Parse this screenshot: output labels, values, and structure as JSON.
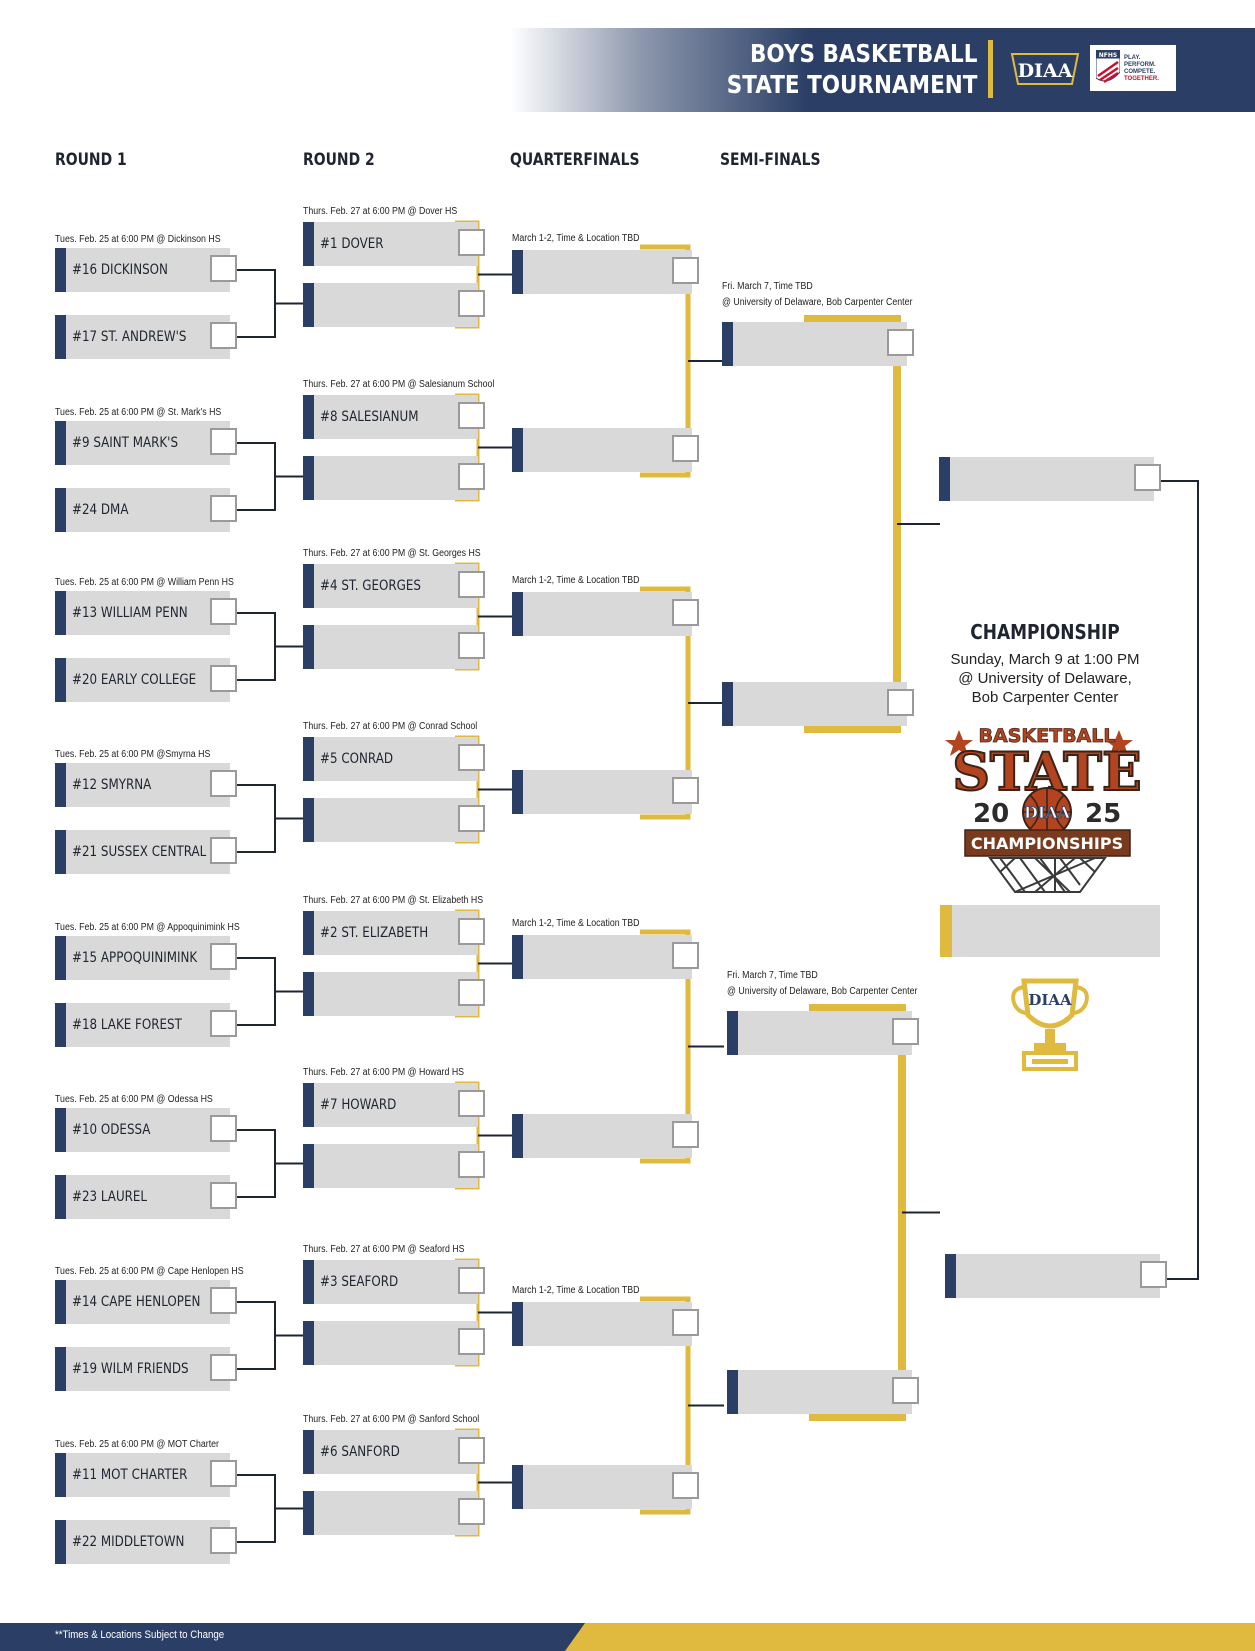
{
  "header": {
    "title_line1": "BOYS BASKETBALL",
    "title_line2": "STATE TOURNAMENT",
    "diaa_logo": "DIAA",
    "nfhs_logo": "NFHS",
    "nfhs_tagline": [
      "PLAY.",
      "PERFORM.",
      "COMPETE.",
      "TOGETHER."
    ]
  },
  "rounds": [
    "ROUND 1",
    "ROUND 2",
    "QUARTERFINALS",
    "SEMI-FINALS"
  ],
  "round1": [
    {
      "info": "Tues. Feb. 25 at 6:00 PM @ Dickinson HS",
      "teams": [
        "#16 DICKINSON",
        "#17 ST. ANDREW'S"
      ]
    },
    {
      "info": "Tues. Feb. 25 at 6:00 PM @ St. Mark's HS",
      "teams": [
        "#9 SAINT MARK'S",
        "#24 DMA"
      ]
    },
    {
      "info": "Tues. Feb. 25 at 6:00 PM @ William Penn HS",
      "teams": [
        "#13 WILLIAM PENN",
        "#20 EARLY COLLEGE"
      ]
    },
    {
      "info": "Tues. Feb. 25 at 6:00 PM @Smyrna HS",
      "teams": [
        "#12 SMYRNA",
        "#21 SUSSEX CENTRAL"
      ]
    },
    {
      "info": "Tues. Feb. 25 at 6:00 PM @ Appoquinimink HS",
      "teams": [
        "#15 APPOQUINIMINK",
        "#18 LAKE FOREST"
      ]
    },
    {
      "info": "Tues. Feb. 25 at 6:00 PM @ Odessa HS",
      "teams": [
        "#10 ODESSA",
        "#23 LAUREL"
      ]
    },
    {
      "info": "Tues. Feb. 25 at 6:00 PM @ Cape Henlopen HS",
      "teams": [
        "#14 CAPE HENLOPEN",
        "#19 WILM FRIENDS"
      ]
    },
    {
      "info": "Tues. Feb. 25 at 6:00 PM @ MOT Charter",
      "teams": [
        "#11 MOT CHARTER",
        "#22 MIDDLETOWN"
      ]
    }
  ],
  "round2": [
    {
      "info": "Thurs. Feb. 27 at 6:00 PM @ Dover HS",
      "team": "#1 DOVER"
    },
    {
      "info": "Thurs. Feb. 27 at 6:00 PM @ Salesianum School",
      "team": "#8 SALESIANUM"
    },
    {
      "info": "Thurs. Feb. 27 at 6:00 PM @ St. Georges HS",
      "team": "#4 ST. GEORGES"
    },
    {
      "info": "Thurs. Feb. 27 at 6:00 PM @ Conrad School",
      "team": "#5 CONRAD"
    },
    {
      "info": "Thurs. Feb. 27 at 6:00 PM @ St. Elizabeth HS",
      "team": "#2 ST. ELIZABETH"
    },
    {
      "info": "Thurs. Feb. 27 at 6:00 PM @ Howard HS",
      "team": "#7 HOWARD"
    },
    {
      "info": "Thurs. Feb. 27 at 6:00 PM @ Seaford HS",
      "team": "#3 SEAFORD"
    },
    {
      "info": "Thurs. Feb. 27 at 6:00 PM @ Sanford School",
      "team": "#6 SANFORD"
    }
  ],
  "quarterfinals": [
    {
      "info": "March 1-2, Time & Location TBD"
    },
    {
      "info": "March 1-2, Time & Location TBD"
    },
    {
      "info": "March 1-2, Time & Location TBD"
    },
    {
      "info": "March 1-2, Time & Location TBD"
    }
  ],
  "semifinals": [
    {
      "info_line1": "Fri. March 7, Time TBD",
      "info_line2": "@ University of Delaware, Bob Carpenter Center"
    },
    {
      "info_line1": "Fri. March 7, Time TBD",
      "info_line2": "@ University of Delaware, Bob Carpenter Center"
    }
  ],
  "championship": {
    "title": "CHAMPIONSHIP",
    "line1": "Sunday, March 9 at 1:00 PM",
    "line2": "@ University of Delaware,",
    "line3": "Bob Carpenter Center"
  },
  "state_logo": {
    "top": "BASKETBALL",
    "middle": "STATE",
    "year_left": "20",
    "year_right": "25",
    "bottom": "CHAMPIONSHIPS",
    "center": "DIAA"
  },
  "trophy_label": "DIAA",
  "footer_note": "**Times & Locations Subject to Change",
  "colors": {
    "navy": "#2b3f66",
    "gold": "#e0b93f",
    "slot": "#d9d9d9",
    "state_red": "#b3441f"
  }
}
